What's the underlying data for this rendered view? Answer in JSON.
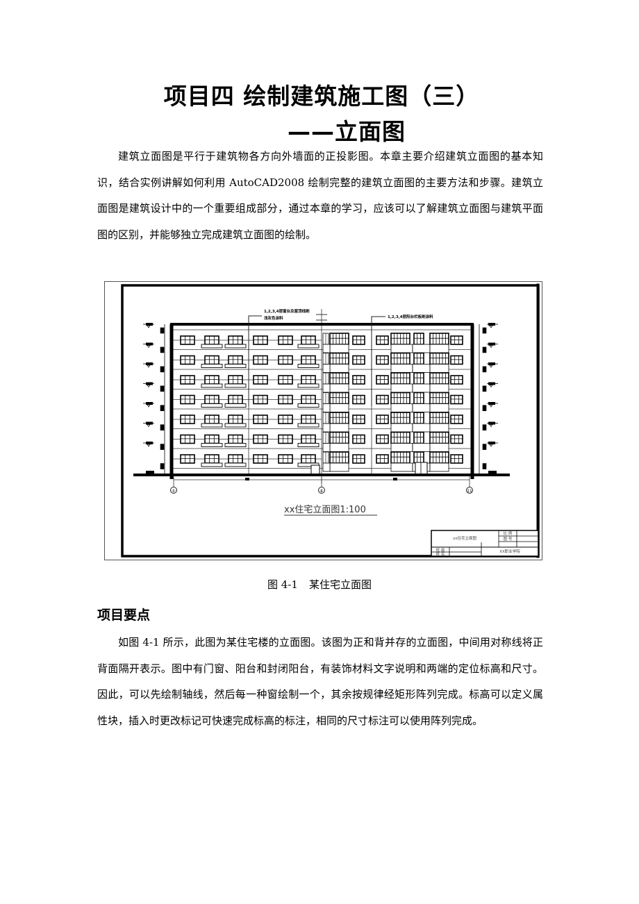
{
  "document": {
    "title_line1": "项目四  绘制建筑施工图（三）",
    "title_line2": "——立面图",
    "intro_paragraph": "建筑立面图是平行于建筑物各方向外墙面的正投影图。本章主要介绍建筑立面图的基本知识，结合实例讲解如何利用 AutoCAD2008 绘制完整的建筑立面图的主要方法和步骤。建筑立面图是建筑设计中的一个重要组成部分，通过本章的学习，应该可以了解建筑立面图与建筑平面图的区别，并能够独立完成建筑立面图的绘制。",
    "figure": {
      "drawing_title": "xx住宅立面图1:100",
      "annotation_left_line1": "1,2,3,4层窗台及窗顶线刷",
      "annotation_left_line2": "浅灰色涂料",
      "annotation_right": "1,2,3,4层阳台栏板刷涂料",
      "axis_labels": [
        "①",
        "⑥",
        "11"
      ],
      "floors": 7,
      "title_block": {
        "drawing_name": "xx住宅立面图",
        "scale_label": "比 例",
        "drawing_no_label": "图 号",
        "class_label": "班 级",
        "name_label": "姓 名",
        "school": "XX职业学院"
      }
    },
    "caption_number": "图  4-1",
    "caption_text": "某住宅立面图",
    "section_heading": "项目要点",
    "body_paragraph": "如图 4-1 所示，此图为某住宅楼的立面图。该图为正和背并存的立面图，中间用对称线将正背面隔开表示。图中有门窗、阳台和封闭阳台，有装饰材料文字说明和两端的定位标高和尺寸。因此，可以先绘制轴线，然后每一种窗绘制一个，其余按规律经矩形阵列完成。标高可以定义属性块，插入时更改标记可快速完成标高的标注，相同的尺寸标注可以使用阵列完成。"
  }
}
